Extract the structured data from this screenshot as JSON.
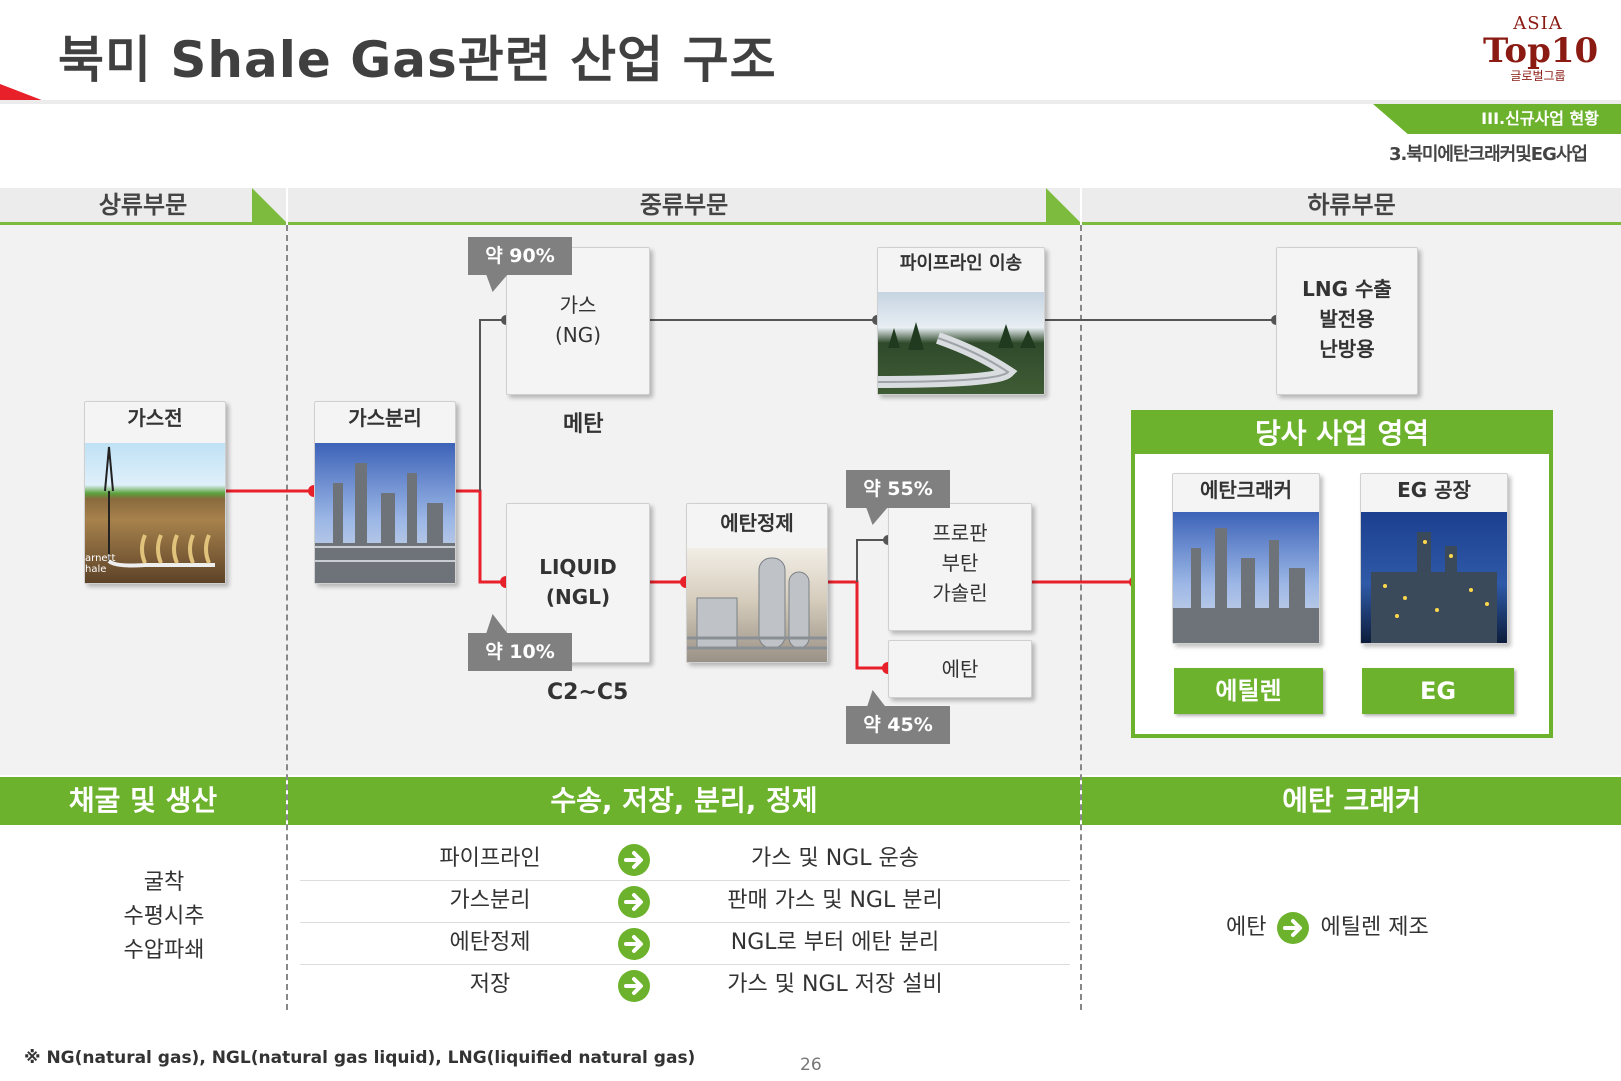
{
  "header": {
    "title": "북미 Shale Gas관련 산업 구조",
    "section_tag": "III.신규사업 현황",
    "section_sub": "3.북미에탄크래커및EG사업"
  },
  "logo": {
    "line1": "ASIA",
    "line2": "Top10",
    "line3": "글로벌그룹"
  },
  "bands": {
    "upstream": "상류부문",
    "midstream": "중류부문",
    "downstream": "하류부문"
  },
  "diagram": {
    "gas_field": "가스전",
    "gas_field_photo_text": "arnett hale",
    "gas_separation": "가스분리",
    "ng_box": {
      "line1": "가스",
      "line2": "(NG)"
    },
    "ng_callout": "약 90%",
    "methane": "메탄",
    "pipeline": "파이프라인 이송",
    "lng_box": {
      "line1": "LNG 수출",
      "line2": "발전용",
      "line3": "난방용"
    },
    "ngl_box": {
      "line1": "LIQUID",
      "line2": "(NGL)"
    },
    "ngl_callout": "약 10%",
    "c2c5": "C2~C5",
    "ethane_refining": "에탄정제",
    "propane_box": {
      "line1": "프로판",
      "line2": "부탄",
      "line3": "가솔린"
    },
    "propane_callout": "약 55%",
    "ethane_box": "에탄",
    "ethane_callout": "약 45%",
    "our_business": "당사 사업 영역",
    "ethane_cracker": "에탄크래커",
    "eg_plant": "EG 공장",
    "ethylene": "에틸렌",
    "eg": "EG"
  },
  "bottom": {
    "upstream_bar": "채굴 및 생산",
    "midstream_bar": "수송, 저장, 분리, 정제",
    "downstream_bar": "에탄 크래커",
    "upstream_items": [
      "굴착",
      "수평시추",
      "수압파쇄"
    ],
    "midstream_rows": [
      {
        "left": "파이프라인",
        "right": "가스 및 NGL 운송"
      },
      {
        "left": "가스분리",
        "right": "판매 가스 및 NGL 분리"
      },
      {
        "left": "에탄정제",
        "right": "NGL로 부터 에탄 분리"
      },
      {
        "left": "저장",
        "right": "가스 및 NGL 저장 설비"
      }
    ],
    "downstream_from": "에탄",
    "downstream_to": "에틸렌 제조"
  },
  "footnote": "※ NG(natural gas), NGL(natural gas liquid), LNG(liquified natural gas)",
  "page_number": "26",
  "colors": {
    "green": "#6cb22c",
    "red": "#e8202a",
    "gray": "#808080"
  },
  "icons": [
    "green-arrow-icon"
  ]
}
